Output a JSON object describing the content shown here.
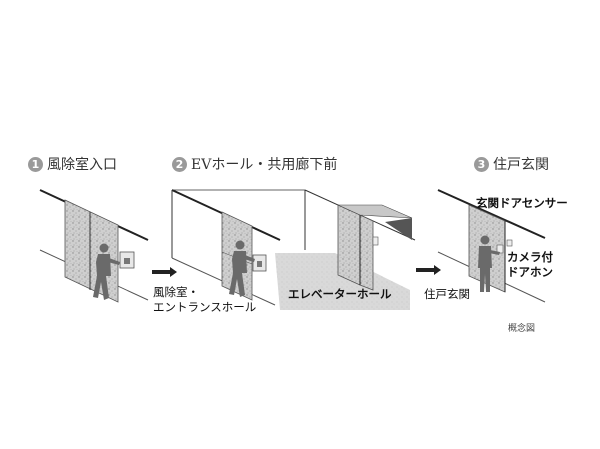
{
  "steps": [
    {
      "number": "1",
      "title": "風除室入口"
    },
    {
      "number": "2",
      "title": "EVホール・共用廊下前"
    },
    {
      "number": "3",
      "title": "住戸玄関"
    }
  ],
  "labels": {
    "vestibule_line1": "風除室・",
    "vestibule_line2": "エントランスホール",
    "elevator_hall": "エレベーターホール",
    "unit_entrance": "住戸玄関",
    "door_sensor": "玄関ドアセンサー",
    "camera_line1": "カメラ付",
    "camera_line2": "ドアホン"
  },
  "note": "概念図",
  "colors": {
    "badge": "#9a9a9a",
    "granite": "#c8c8c8",
    "floor": "#d6d6d6",
    "person": "#6a6a6a",
    "line": "#222222"
  }
}
